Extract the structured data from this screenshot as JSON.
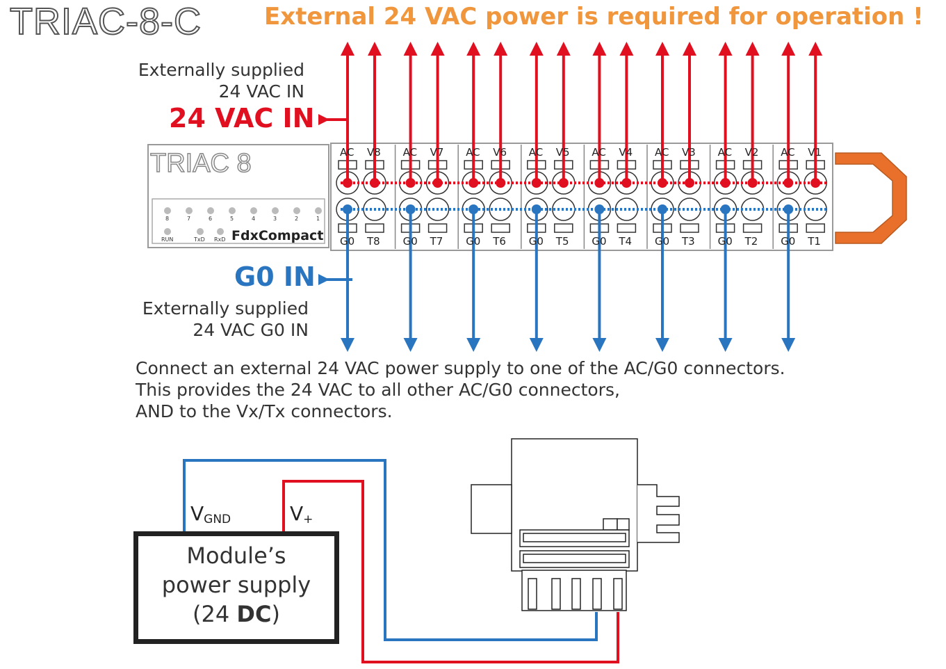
{
  "title": "TRIAC-8-C",
  "warning": "External 24 VAC power is required for operation !",
  "ac_in": {
    "note_line1": "Externally supplied",
    "note_line2": "24 VAC IN",
    "label": "24 VAC IN"
  },
  "g0_in": {
    "note_line1": "Externally supplied",
    "note_line2": "24 VAC G0 IN",
    "label": "G0 IN"
  },
  "module": {
    "name": "TRIAC 8",
    "brand": "FdxCompact",
    "leds_top": [
      "8",
      "7",
      "6",
      "5",
      "4",
      "3",
      "2",
      "1"
    ],
    "leds_bottom": [
      "RUN",
      "TxD",
      "RxD"
    ]
  },
  "terminals": {
    "top": [
      "AC",
      "V8",
      "AC",
      "V7",
      "AC",
      "V6",
      "AC",
      "V5",
      "AC",
      "V4",
      "AC",
      "V3",
      "AC",
      "V2",
      "AC",
      "V1"
    ],
    "bottom": [
      "G0",
      "T8",
      "G0",
      "T7",
      "G0",
      "T6",
      "G0",
      "T5",
      "G0",
      "T4",
      "G0",
      "T3",
      "G0",
      "T2",
      "G0",
      "T1"
    ]
  },
  "description": [
    "Connect an external 24 VAC power supply to one of the AC/G0 connectors.",
    "This provides the 24 VAC to all other AC/G0 connectors,",
    "AND to the Vx/Tx connectors."
  ],
  "power_supply": {
    "line1": "Module’s",
    "line2": "power supply",
    "line3_prefix": "(24 ",
    "line3_bold": "DC",
    "line3_suffix": ")",
    "vgnd_main": "V",
    "vgnd_sub": "GND",
    "vplus_main": "V",
    "vplus_sub": "+"
  },
  "colors": {
    "ac_red": "#e01020",
    "g0_blue": "#2a75c0",
    "warning_orange": "#f0963c",
    "connector_orange": "#e8702a"
  }
}
